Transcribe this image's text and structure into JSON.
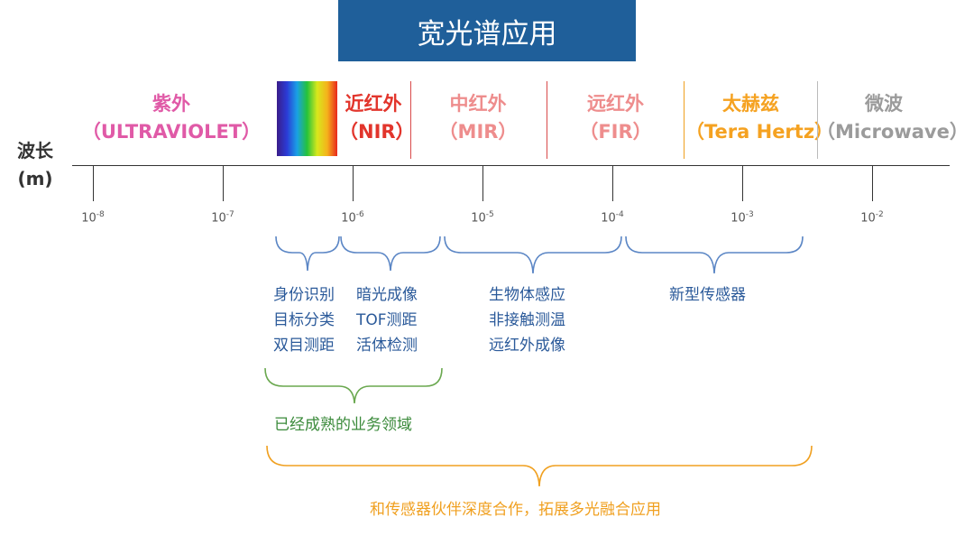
{
  "title": "宽光谱应用",
  "axis": {
    "label_line1": "波长",
    "label_line2": "(m)"
  },
  "bands": {
    "uv": {
      "name": "紫外",
      "sub": "（ULTRAVIOLET）"
    },
    "nir": {
      "name": "近红外",
      "sub": "（NIR）"
    },
    "mir": {
      "name": "中红外",
      "sub": "（MIR）"
    },
    "fir": {
      "name": "远红外",
      "sub": "（FIR）"
    },
    "thz": {
      "name": "太赫兹",
      "sub": "（Tera Hertz）"
    },
    "mw": {
      "name": "微波",
      "sub": "（Microwave）"
    }
  },
  "ticks": [
    {
      "base": "10",
      "exp": "-8"
    },
    {
      "base": "10",
      "exp": "-7"
    },
    {
      "base": "10",
      "exp": "-6"
    },
    {
      "base": "10",
      "exp": "-5"
    },
    {
      "base": "10",
      "exp": "-4"
    },
    {
      "base": "10",
      "exp": "-3"
    },
    {
      "base": "10",
      "exp": "-2"
    }
  ],
  "applications": {
    "col1": [
      "身份识别",
      "目标分类",
      "双目测距"
    ],
    "col2": [
      "暗光成像",
      "TOF测距",
      "活体检测"
    ],
    "col3": [
      "生物体感应",
      "非接触测温",
      "远红外成像"
    ],
    "col4": [
      "新型传感器"
    ]
  },
  "mature_label": "已经成熟的业务领域",
  "partner_label": "和传感器伙伴深度合作，拓展多光融合应用",
  "colors": {
    "title_bg": "#1f5f9a",
    "brace_blue": "#5b86c5",
    "brace_green": "#6aa84f",
    "brace_orange": "#f0a020"
  }
}
